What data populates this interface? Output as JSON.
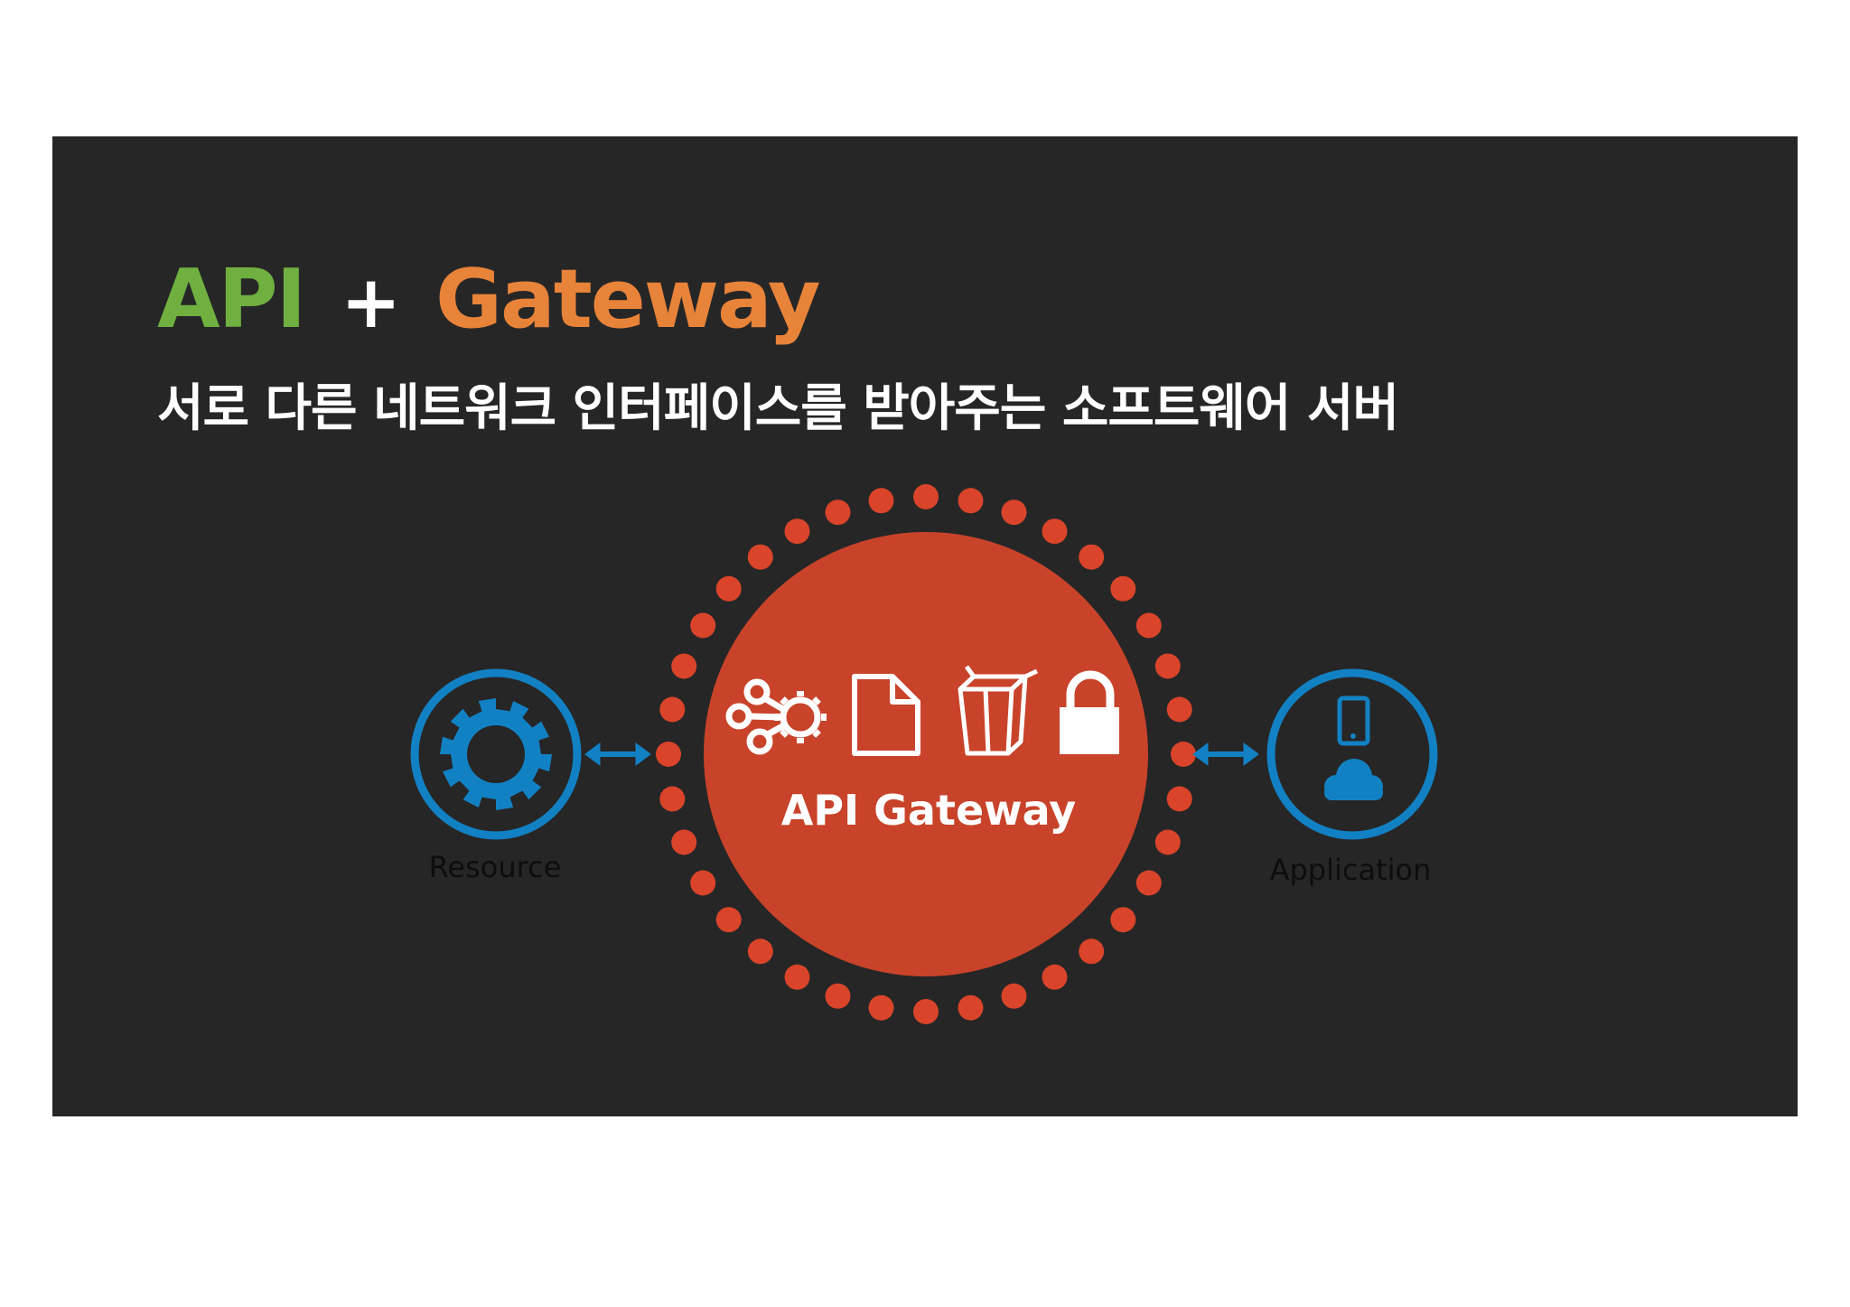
{
  "title": {
    "api": "API",
    "plus": "+",
    "gateway": "Gateway"
  },
  "subtitle": "서로 다른 네트워크 인터페이스를 받아주는 소프트웨어 서버",
  "diagram": {
    "center_label": "API Gateway",
    "left_node_label": "Resource",
    "right_node_label": "Application",
    "center_icons": [
      "gears-icon",
      "document-icon",
      "box-icon",
      "lock-icon"
    ],
    "left_icon": "gear-icon",
    "right_icons": [
      "mobile-phone-icon",
      "cloud-icon"
    ]
  },
  "colors": {
    "background": "#262626",
    "api_green": "#6fb040",
    "gateway_orange": "#e8833a",
    "gateway_red": "#c8432a",
    "dot_red": "#d9442a",
    "node_blue": "#1281c4"
  }
}
